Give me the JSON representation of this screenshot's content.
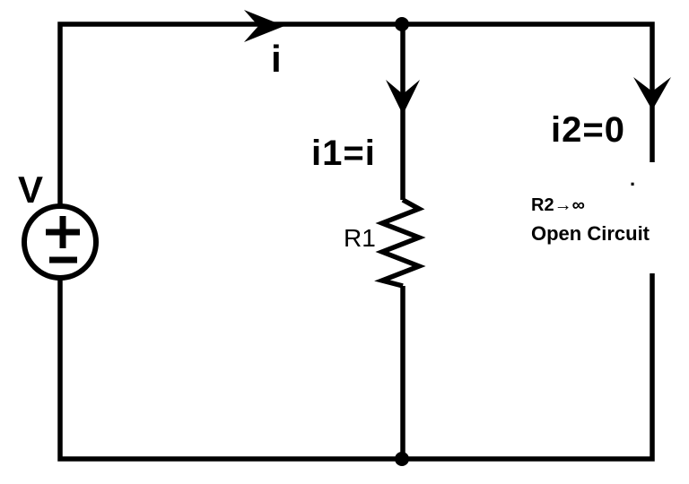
{
  "colors": {
    "ink": "#000000",
    "background": "#ffffff"
  },
  "labels": {
    "source": "V",
    "main_current": "i",
    "branch1_current": "i1=i",
    "branch2_current": "i2=0",
    "resistor1": "R1",
    "resistor2": "R2→∞",
    "open_circuit": "Open Circuit",
    "stray_mark": "."
  }
}
